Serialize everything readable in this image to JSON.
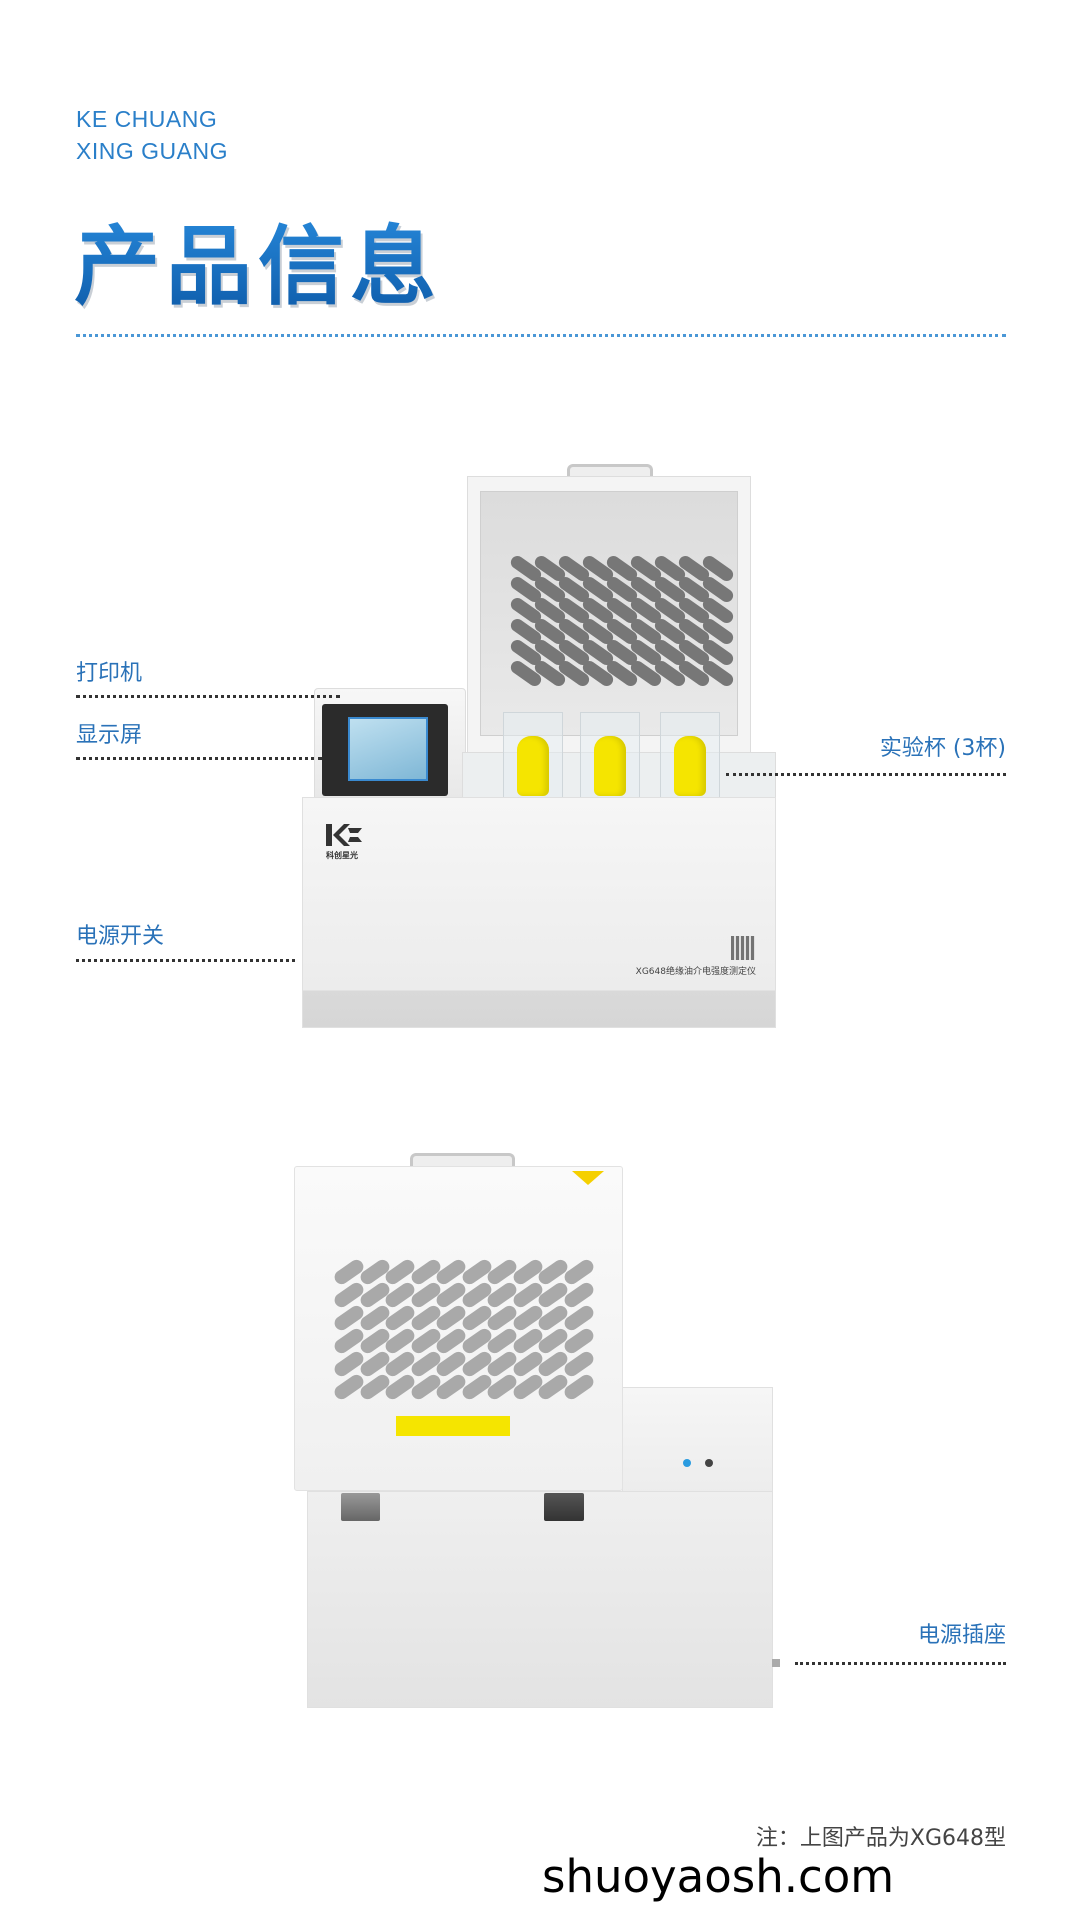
{
  "brand": {
    "line1": "KE CHUANG",
    "line2": "XING GUANG"
  },
  "page_title": "产品信息",
  "callouts": {
    "printer": "打印机",
    "display": "显示屏",
    "cups": "实验杯 (3杯)",
    "power_switch": "电源开关",
    "power_socket": "电源插座"
  },
  "device": {
    "logo_text": "科创星光",
    "model_label": "XG648绝缘油介电强度测定仪"
  },
  "note": "注：上图产品为XG648型",
  "watermark": "shuoyaosh.com",
  "colors": {
    "accent": "#2a7fc9",
    "title_gradient_top": "#2a8ee0",
    "title_gradient_bottom": "#0d5aa8",
    "cup_yellow": "#f5e500"
  }
}
